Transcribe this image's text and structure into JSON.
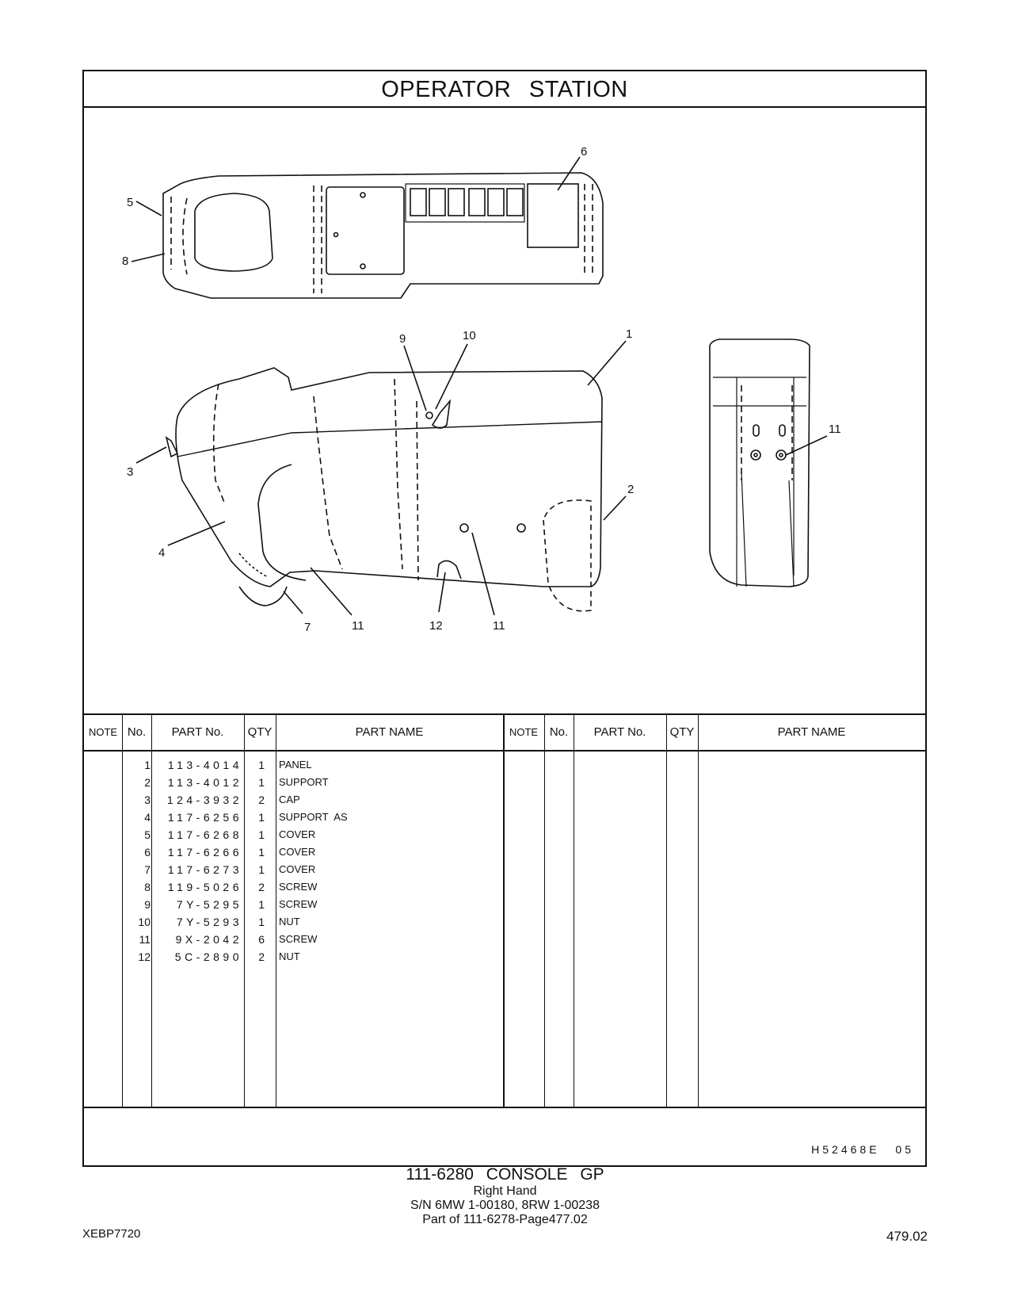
{
  "title": "OPERATOR STATION",
  "callouts": [
    "6",
    "5",
    "8",
    "9",
    "10",
    "1",
    "11",
    "3",
    "2",
    "4",
    "7",
    "11",
    "12",
    "11"
  ],
  "table": {
    "headers": [
      "NOTE",
      "No.",
      "PART No.",
      "QTY",
      "PART NAME",
      "NOTE",
      "No.",
      "PART No.",
      "QTY",
      "PART NAME"
    ],
    "rows": [
      {
        "no": "1",
        "part": "113-4014",
        "qty": "1",
        "name": "PANEL"
      },
      {
        "no": "2",
        "part": "113-4012",
        "qty": "1",
        "name": "SUPPORT"
      },
      {
        "no": "3",
        "part": "124-3932",
        "qty": "2",
        "name": "CAP"
      },
      {
        "no": "4",
        "part": "117-6256",
        "qty": "1",
        "name": "SUPPORT AS"
      },
      {
        "no": "5",
        "part": "117-6268",
        "qty": "1",
        "name": "COVER"
      },
      {
        "no": "6",
        "part": "117-6266",
        "qty": "1",
        "name": "COVER"
      },
      {
        "no": "7",
        "part": "117-6273",
        "qty": "1",
        "name": "COVER"
      },
      {
        "no": "8",
        "part": "119-5026",
        "qty": "2",
        "name": "SCREW"
      },
      {
        "no": "9",
        "part": "7Y-5295",
        "qty": "1",
        "name": "SCREW"
      },
      {
        "no": "10",
        "part": "7Y-5293",
        "qty": "1",
        "name": "NUT"
      },
      {
        "no": "11",
        "part": "9X-2042",
        "qty": "6",
        "name": "SCREW"
      },
      {
        "no": "12",
        "part": "5C-2890",
        "qty": "2",
        "name": "NUT"
      }
    ]
  },
  "illustration_code": "H52468E 05",
  "caption": {
    "title": "111-6280 CONSOLE GP",
    "line1": "Right Hand",
    "line2": "S/N 6MW 1-00180, 8RW 1-00238",
    "line3": "Part of 111-6278-Page477.02"
  },
  "doc_code": "XEBP7720",
  "page_number": "479.02"
}
